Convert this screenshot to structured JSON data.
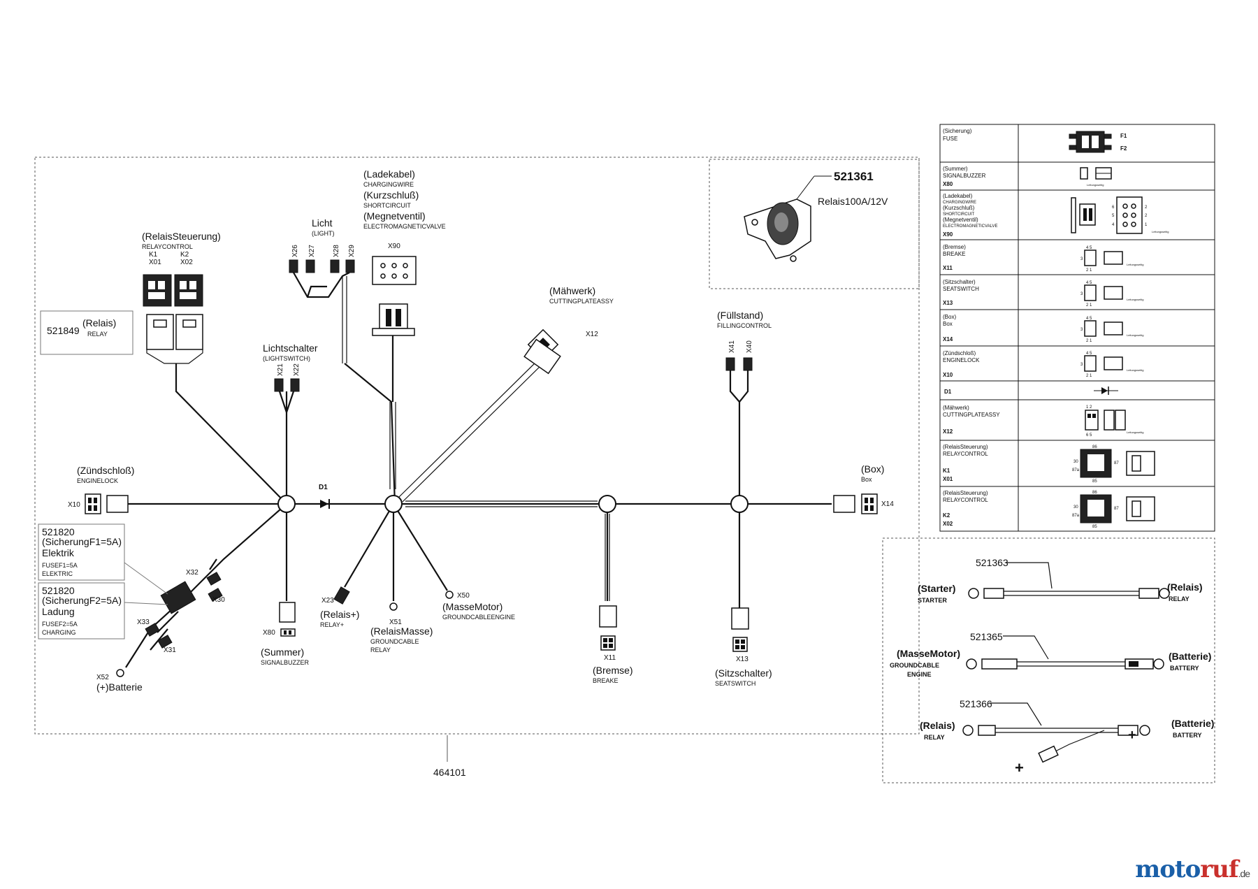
{
  "main_harness": {
    "part_number": "464101",
    "relay_control": {
      "label": "(RelaisSteuerung)",
      "sub": "RELAYCONTROL",
      "k1": "K1",
      "k2": "K2",
      "x01": "X01",
      "x02": "X02"
    },
    "relay": {
      "part": "521849",
      "label": "(Relais)",
      "sub": "RELAY"
    },
    "licht": {
      "label": "Licht",
      "sub": "(LIGHT)",
      "c1": "X26",
      "c2": "X27",
      "c3": "X28",
      "c4": "X29"
    },
    "ladekabel": {
      "l1": "(Ladekabel)",
      "s1": "CHARGINGWIRE",
      "l2": "(Kurzschluß)",
      "s2": "SHORTCIRCUIT",
      "l3": "(Megnetventil)",
      "s3": "ELECTROMAGNETICVALVE",
      "code": "X90"
    },
    "lichtschalter": {
      "label": "Lichtschalter",
      "sub": "(LIGHTSWITCH)",
      "c1": "X21",
      "c2": "X22"
    },
    "maehwerk": {
      "label": "(Mähwerk)",
      "sub": "CUTTINGPLATEASSY",
      "code": "X12"
    },
    "fuellstand": {
      "label": "(Füllstand)",
      "sub": "FILLINGCONTROL",
      "c1": "X41",
      "c2": "X40"
    },
    "zuendschloss": {
      "label": "(Zündschloß)",
      "sub": "ENGINELOCK",
      "code": "X10"
    },
    "diode": "D1",
    "box": {
      "label": "(Box)",
      "sub": "Box",
      "code": "X14"
    },
    "fuse1": {
      "part": "521820",
      "l1": "(SicherungF1=5A)",
      "l2": "Elektrik",
      "s1": "FUSEF1=5A",
      "s2": "ELEKTRIC"
    },
    "fuse2": {
      "part": "521820",
      "l1": "(SicherungF2=5A)",
      "l2": "Ladung",
      "s1": "FUSEF2=5A",
      "s2": "CHARGING"
    },
    "fuse_codes": {
      "x32": "X32",
      "x30": "X30",
      "x33": "X33",
      "x31": "X31"
    },
    "batterie": {
      "code": "X52",
      "label": "(+)Batterie"
    },
    "summer": {
      "code": "X80",
      "label": "(Summer)",
      "sub": "SIGNALBUZZER"
    },
    "relais_plus": {
      "code": "X23",
      "label": "(Relais+)",
      "sub": "RELAY+"
    },
    "relais_masse": {
      "code": "X51",
      "label": "(RelaisMasse)",
      "s1": "GROUNDCABLE",
      "s2": "RELAY"
    },
    "masse_motor": {
      "code": "X50",
      "label": "(MasseMotor)",
      "sub": "GROUNDCABLEENGINE"
    },
    "bremse": {
      "code": "X11",
      "label": "(Bremse)",
      "sub": "BREAKE"
    },
    "sitzschalter": {
      "code": "X13",
      "label": "(Sitzschalter)",
      "sub": "SEATSWITCH"
    }
  },
  "relay_detail": {
    "part": "521361",
    "label": "Relais100A/12V"
  },
  "cables": [
    {
      "part": "521363",
      "left_label": "(Starter)",
      "left_sub": "STARTER",
      "right_label": "(Relais)",
      "right_sub": "RELAY"
    },
    {
      "part": "521365",
      "left_label": "(MasseMotor)",
      "left_sub": "GROUNDCABLE",
      "left_sub2": "ENGINE",
      "right_label": "(Batterie)",
      "right_sub": "BATTERY"
    },
    {
      "part": "521366",
      "left_label": "(Relais)",
      "left_sub": "RELAY",
      "right_label": "(Batterie)",
      "right_sub": "BATTERY",
      "plus": "+"
    }
  ],
  "legend": [
    {
      "label": "(Sicherung)",
      "sub": "FUSE",
      "code": "",
      "extra": [
        "F1",
        "F2"
      ]
    },
    {
      "label": "(Summer)",
      "sub": "SIGNALBUZZER",
      "code": "X80",
      "extra": []
    },
    {
      "label": "(Ladekabel)",
      "sub": "CHARGINGWIRE",
      "code": "X90",
      "extra": [
        "(Kurzschluß)",
        "SHORTCIRCUIT",
        "(Megnetventil)",
        "ELECTROMAGNETICVALVE"
      ]
    },
    {
      "label": "(Bremse)",
      "sub": "BREAKE",
      "code": "X11",
      "extra": []
    },
    {
      "label": "(Sitzschalter)",
      "sub": "SEATSWITCH",
      "code": "X13",
      "extra": []
    },
    {
      "label": "(Box)",
      "sub": "Box",
      "code": "X14",
      "extra": []
    },
    {
      "label": "(Zündschloß)",
      "sub": "ENGINELOCK",
      "code": "X10",
      "extra": []
    },
    {
      "label": "D1",
      "sub": "",
      "code": "",
      "extra": []
    },
    {
      "label": "(Mähwerk)",
      "sub": "CUTTINGPLATEASSY",
      "code": "X12",
      "extra": []
    },
    {
      "label": "(RelaisSteuerung)",
      "sub": "RELAYCONTROL",
      "code": "K1",
      "extra": [
        "X01"
      ]
    },
    {
      "label": "(RelaisSteuerung)",
      "sub": "RELAYCONTROL",
      "code": "K2",
      "extra": [
        "X02"
      ]
    }
  ],
  "legend_note": "Leitungsseitig",
  "pin_labels": {
    "p45": "4 5",
    "p21": "2 1",
    "p3": "3",
    "p12": "1 2",
    "p65": "6 5",
    "p86": "86",
    "p85": "85",
    "p30": "30",
    "p87": "87",
    "p87a": "87a",
    "p6": "6",
    "p5": "5",
    "p4": "4",
    "p1": "1",
    "p2": "2"
  },
  "watermark": {
    "a": "moto",
    "b": "ruf",
    "c": ".de"
  }
}
